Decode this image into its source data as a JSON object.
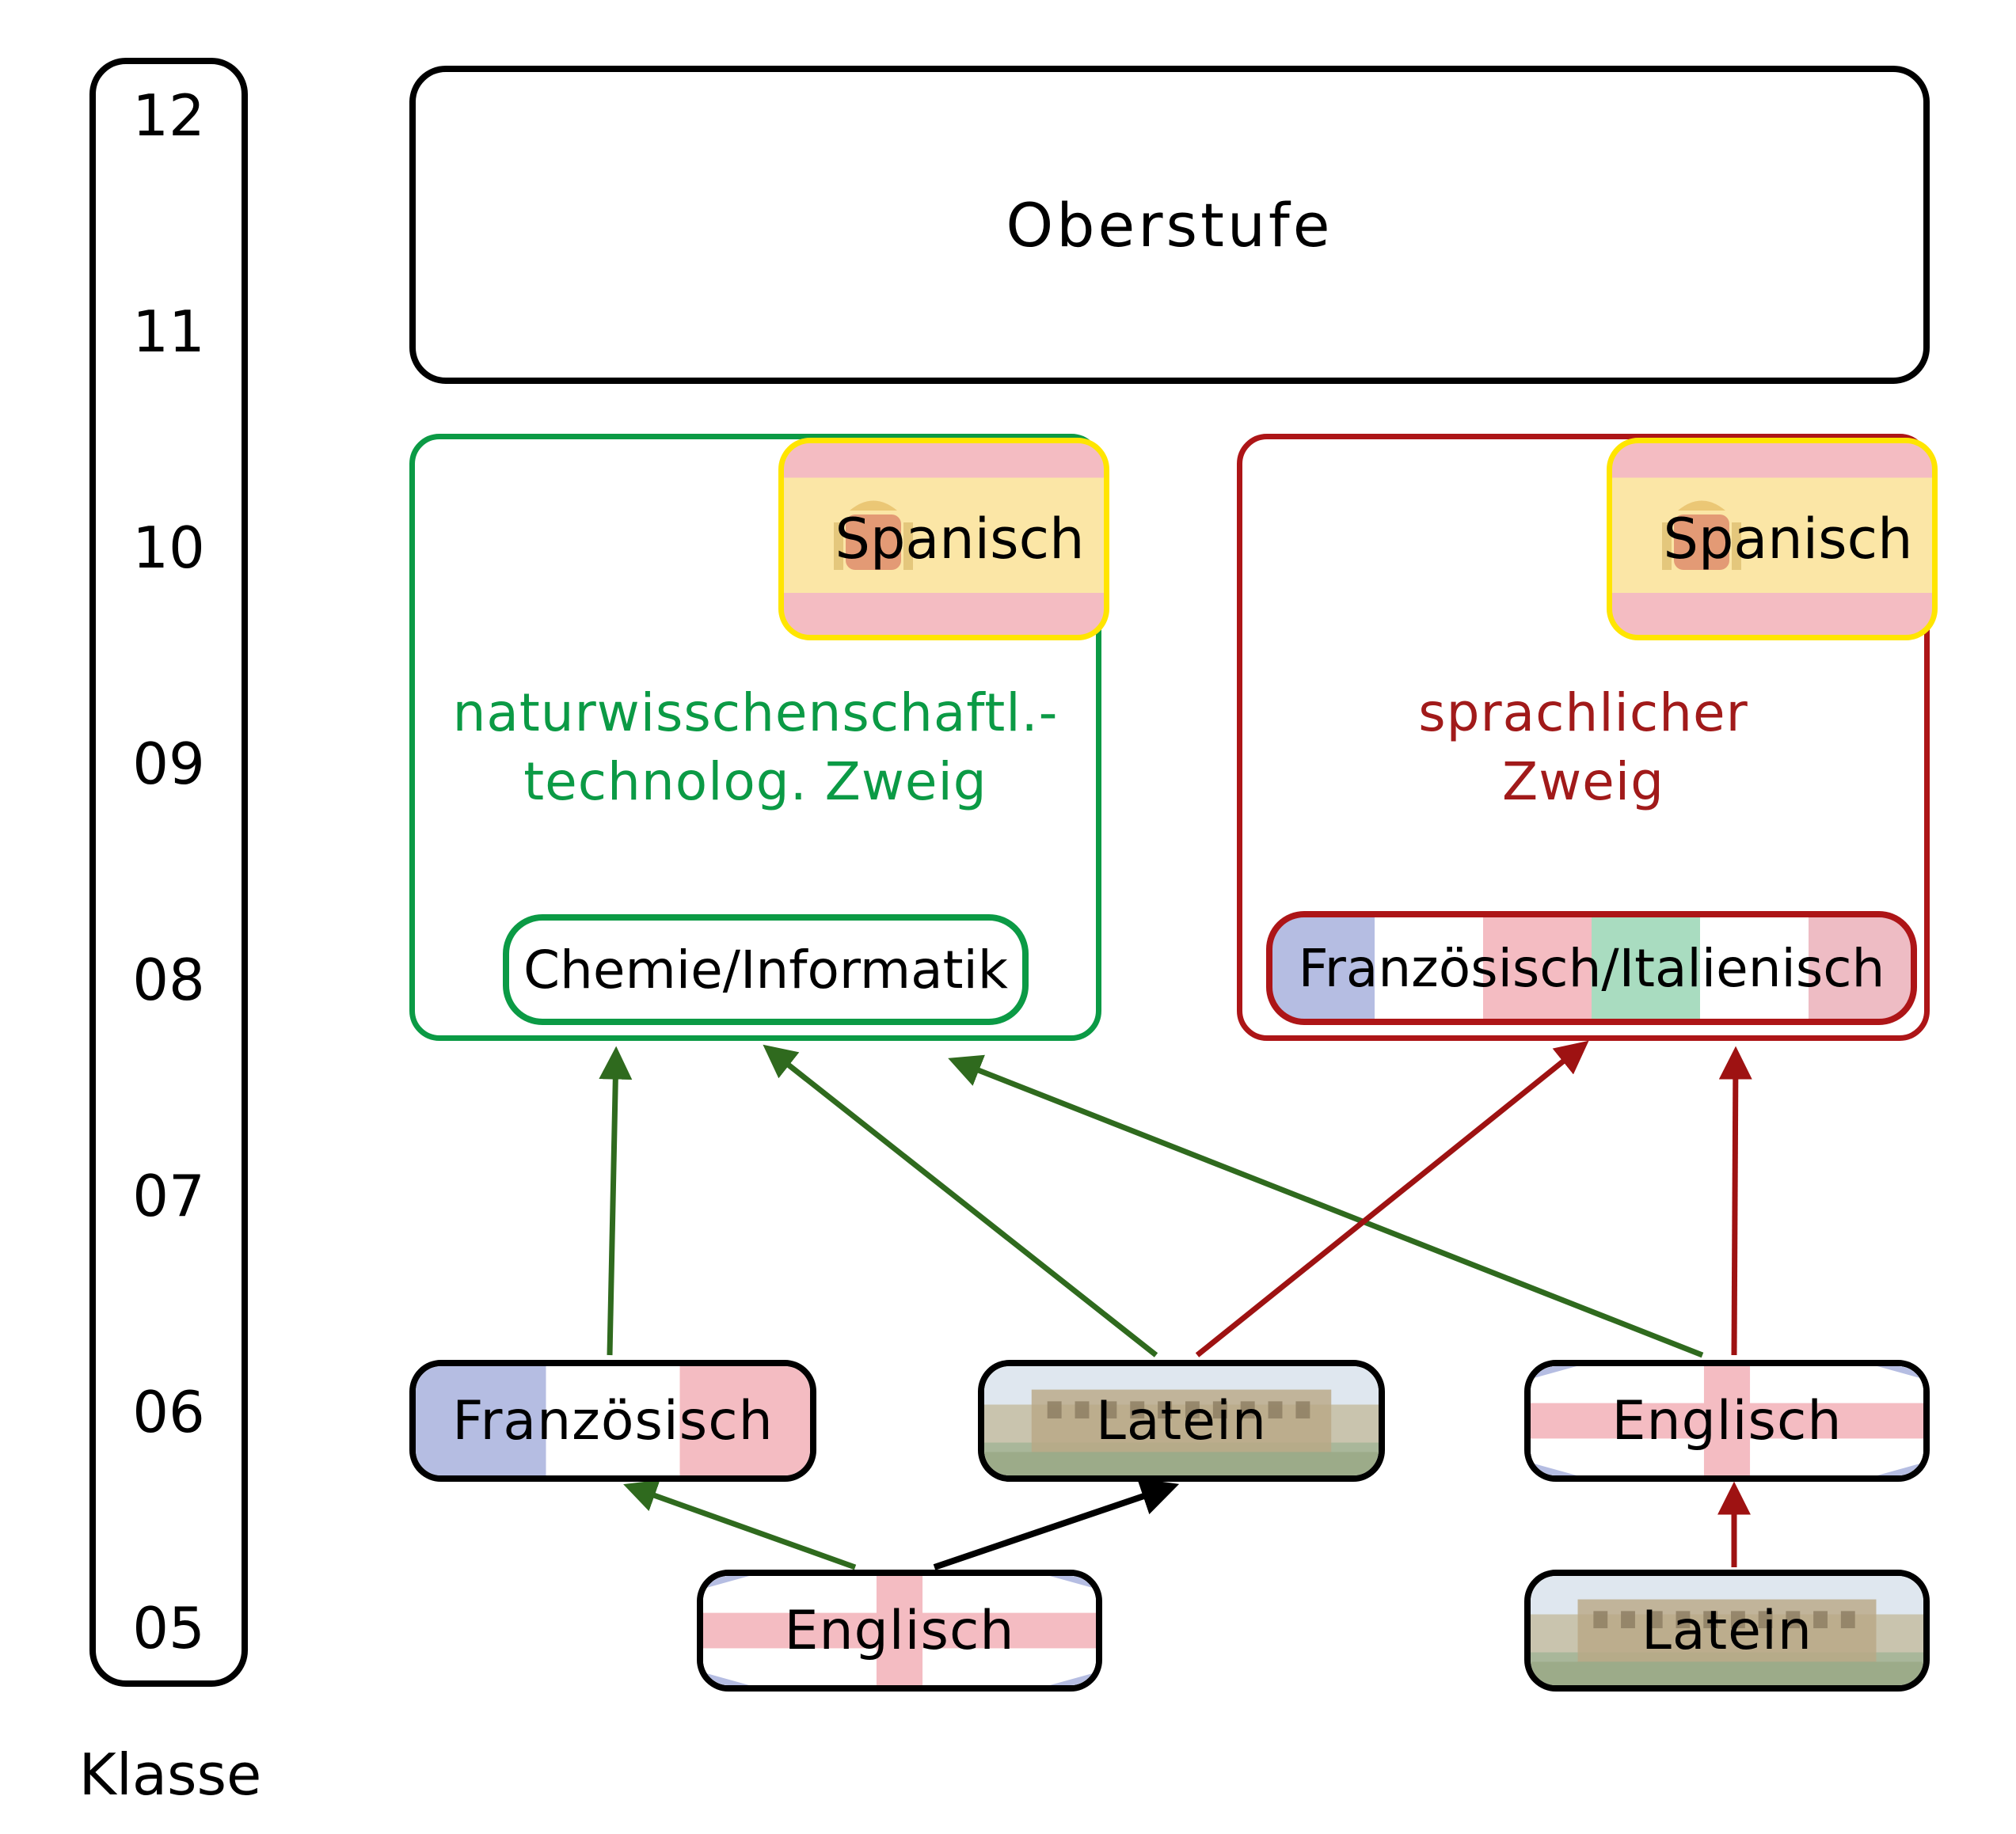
{
  "grades": [
    "12",
    "11",
    "10",
    "09",
    "08",
    "07",
    "06",
    "05"
  ],
  "axis_label": "Klasse",
  "oberstufe": "Oberstufe",
  "branches": {
    "science": {
      "title_line1": "naturwisschenschaftl.-",
      "title_line2": "technolog. Zweig",
      "third_language": "Spanisch",
      "profile_subject": "Chemie/Informatik",
      "color": "#0b9a45"
    },
    "language": {
      "title_line1": "sprachlicher",
      "title_line2": "Zweig",
      "third_language": "Spanisch",
      "profile_subject": "Französisch/Italienisch",
      "color": "#ad1517"
    }
  },
  "grade6": {
    "french": "Französisch",
    "latin": "Latein",
    "english": "Englisch"
  },
  "grade5": {
    "english": "Englisch",
    "latin": "Latein"
  },
  "colors": {
    "green_arrow": "#2f6a1e",
    "red_arrow": "#9e1212",
    "black_arrow": "#000000"
  }
}
